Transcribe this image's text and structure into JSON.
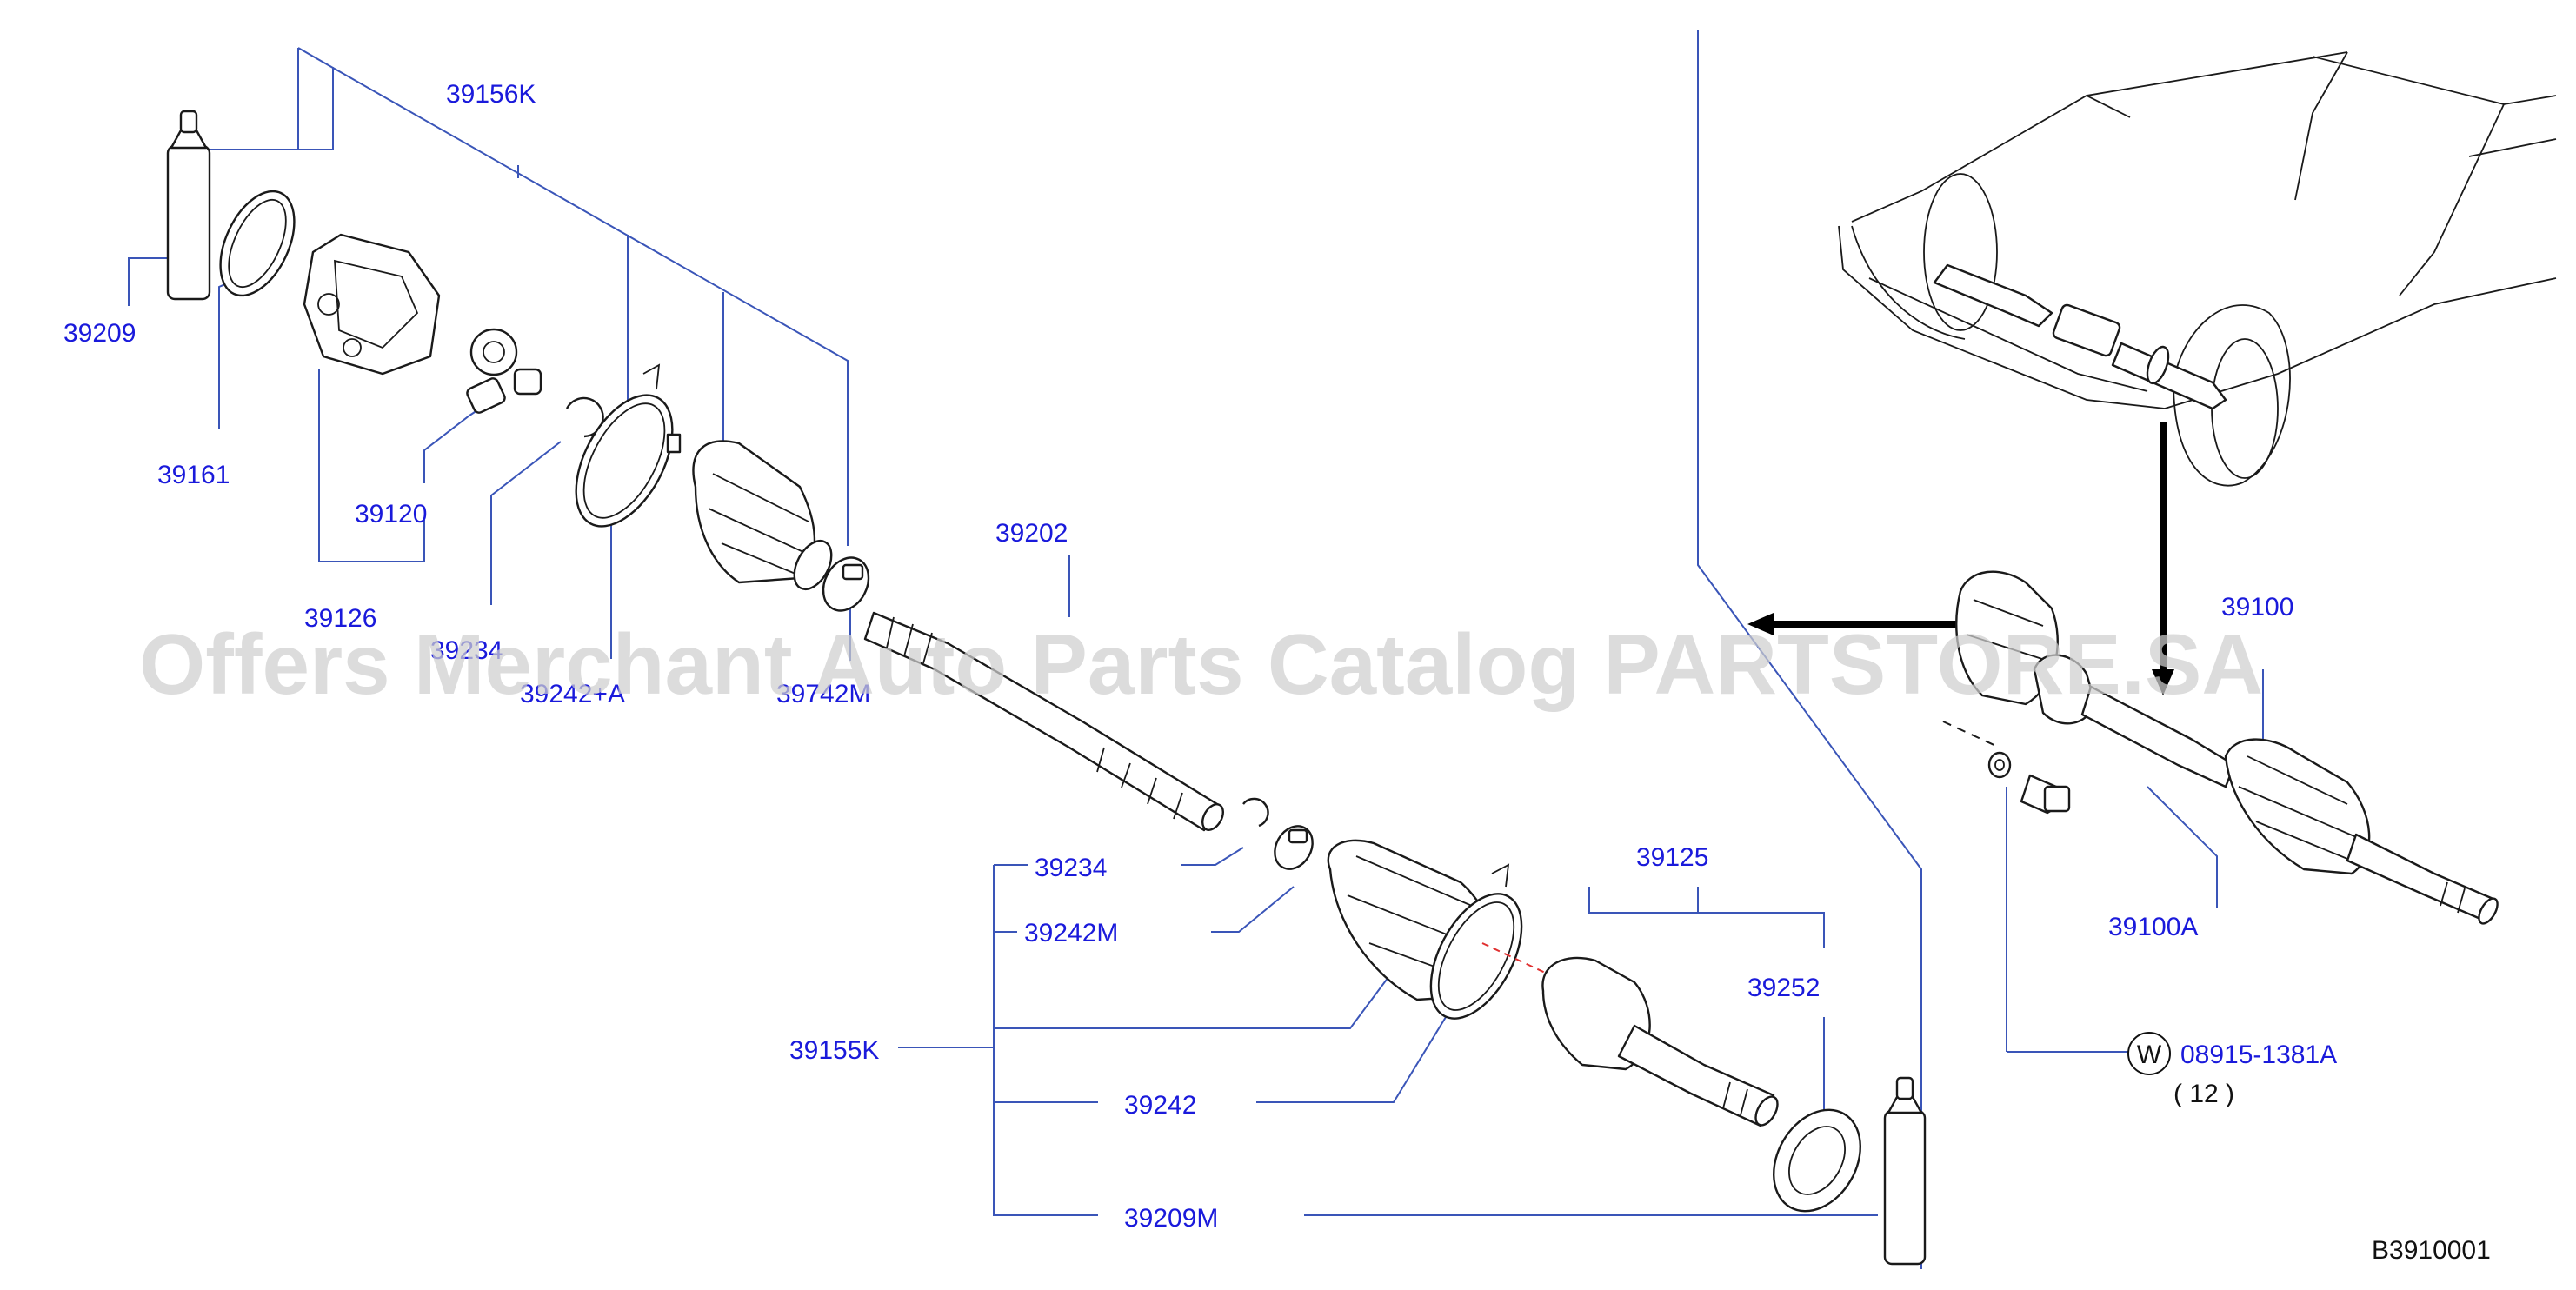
{
  "diagram_code": "B3910001",
  "watermark": "Offers Merchant Auto Parts Catalog PARTSTORE.SA",
  "bolt_circle_mark": "W",
  "quantity_note": "( 12 )",
  "parts": [
    {
      "id": "39156K",
      "label": "39156K"
    },
    {
      "id": "39209",
      "label": "39209"
    },
    {
      "id": "39161",
      "label": "39161"
    },
    {
      "id": "39120",
      "label": "39120"
    },
    {
      "id": "39126",
      "label": "39126"
    },
    {
      "id": "39234-a",
      "label": "39234"
    },
    {
      "id": "39242A",
      "label": "39242+A"
    },
    {
      "id": "39742M",
      "label": "39742M"
    },
    {
      "id": "39202",
      "label": "39202"
    },
    {
      "id": "39234-b",
      "label": "39234"
    },
    {
      "id": "39242M",
      "label": "39242M"
    },
    {
      "id": "39155K",
      "label": "39155K"
    },
    {
      "id": "39242",
      "label": "39242"
    },
    {
      "id": "39209M",
      "label": "39209M"
    },
    {
      "id": "39125",
      "label": "39125"
    },
    {
      "id": "39252",
      "label": "39252"
    },
    {
      "id": "39100",
      "label": "39100"
    },
    {
      "id": "39100A",
      "label": "39100A"
    },
    {
      "id": "08915-1381A",
      "label": "08915-1381A"
    }
  ]
}
